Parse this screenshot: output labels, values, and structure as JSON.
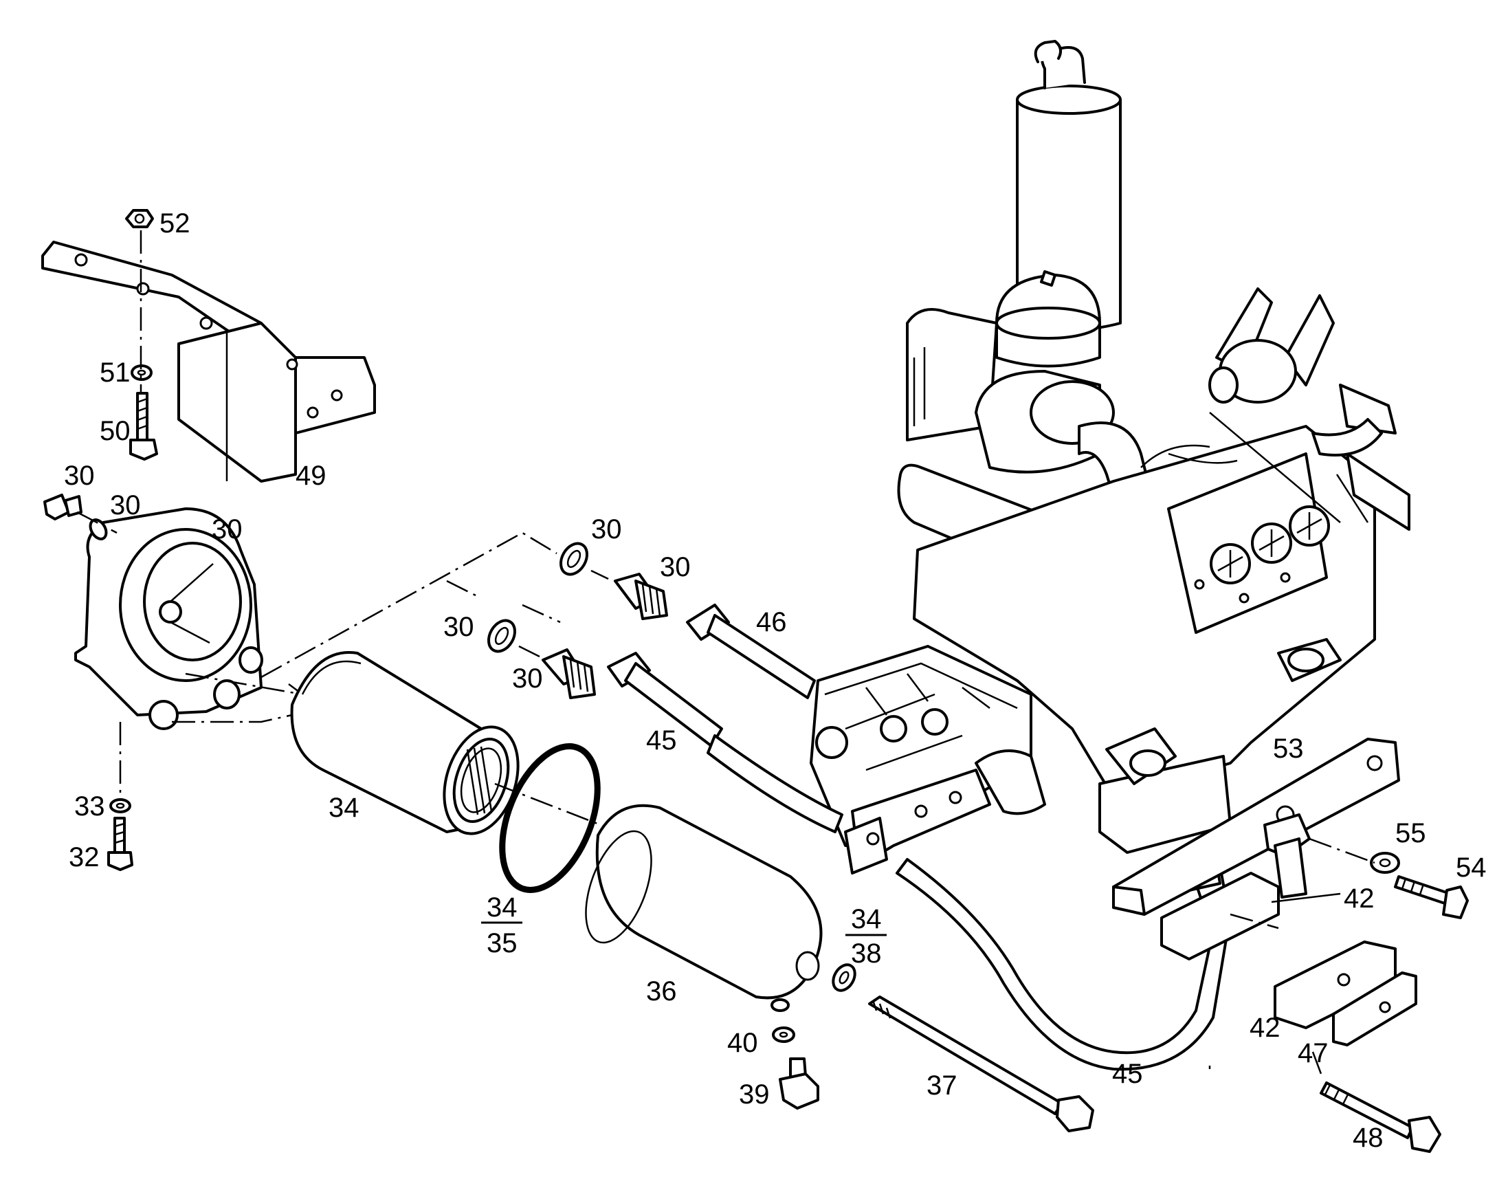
{
  "labels": {
    "l52": "52",
    "l51": "51",
    "l50": "50",
    "l49": "49",
    "l30a": "30",
    "l30b": "30",
    "l30c": "30",
    "l30d": "30",
    "l30e": "30",
    "l30f": "30",
    "l30g": "30",
    "l33": "33",
    "l32": "32",
    "l34": "34",
    "l34_35_num": "34",
    "l34_35_den": "35",
    "l36": "36",
    "l34_38_num": "34",
    "l34_38_den": "38",
    "l40": "40",
    "l39": "39",
    "l37": "37",
    "l45a": "45",
    "l45b": "45",
    "l46": "46",
    "l53": "53",
    "l55": "55",
    "l54": "54",
    "l42a": "42",
    "l42b": "42",
    "l47": "47",
    "l48": "48"
  }
}
